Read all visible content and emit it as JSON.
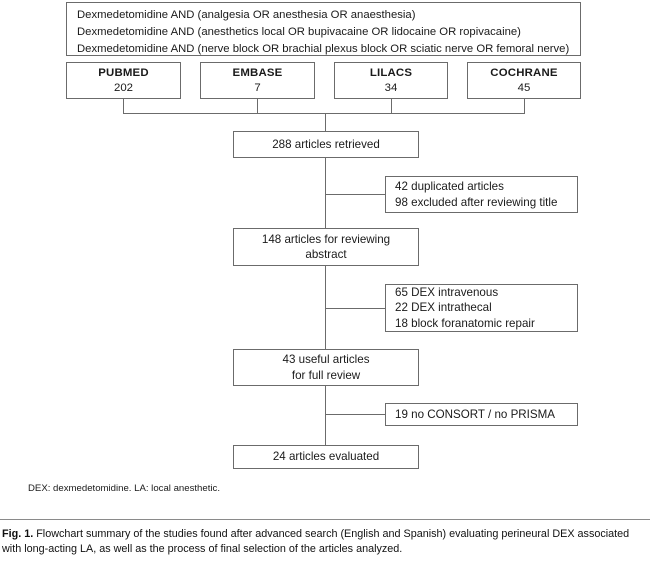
{
  "figure": {
    "query_box": {
      "lines": [
        "Dexmedetomidine AND (analgesia OR anesthesia OR anaesthesia)",
        "Dexmedetomidine AND (anesthetics local OR bupivacaine OR lidocaine OR ropivacaine)",
        "Dexmedetomidine AND (nerve block OR brachial plexus block OR sciatic nerve OR femoral nerve)"
      ]
    },
    "databases": [
      {
        "name": "PUBMED",
        "count": "202"
      },
      {
        "name": "EMBASE",
        "count": "7"
      },
      {
        "name": "LILACS",
        "count": "34"
      },
      {
        "name": "COCHRANE",
        "count": "45"
      }
    ],
    "stages": [
      {
        "id": "retrieved",
        "lines": [
          "288 articles retrieved"
        ]
      },
      {
        "id": "abstract",
        "lines": [
          "148 articles for reviewing",
          "abstract"
        ]
      },
      {
        "id": "useful",
        "lines": [
          "43 useful articles",
          "for full review"
        ]
      },
      {
        "id": "evaluated",
        "lines": [
          "24 articles evaluated"
        ]
      }
    ],
    "exclusions": [
      {
        "id": "excl-1",
        "lines": [
          "42 duplicated articles",
          "98 excluded after reviewing title"
        ]
      },
      {
        "id": "excl-2",
        "lines": [
          "65 DEX intravenous",
          "22 DEX intrathecal",
          "18 block foranatomic repair"
        ]
      },
      {
        "id": "excl-3",
        "lines": [
          "19 no CONSORT / no PRISMA"
        ]
      }
    ],
    "footnote": "DEX: dexmedetomidine. LA: local anesthetic.",
    "caption": {
      "label": "Fig. 1.",
      "text": "Flowchart summary of the studies found after advanced search (English and Spanish) evaluating perineural DEX associated with long-acting LA, as well as the process of final selection of the articles analyzed."
    },
    "colors": {
      "border": "#6b6b6b",
      "text": "#1a1a1a",
      "background": "#ffffff"
    }
  },
  "chart_data": {
    "type": "diagram",
    "title": "PRISMA-style study selection flowchart",
    "nodes": [
      {
        "id": "query",
        "label": "Search strings (3 Boolean queries)",
        "value": null
      },
      {
        "id": "pubmed",
        "label": "PUBMED",
        "value": 202
      },
      {
        "id": "embase",
        "label": "EMBASE",
        "value": 7
      },
      {
        "id": "lilacs",
        "label": "LILACS",
        "value": 34
      },
      {
        "id": "cochrane",
        "label": "COCHRANE",
        "value": 45
      },
      {
        "id": "retrieved",
        "label": "articles retrieved",
        "value": 288
      },
      {
        "id": "excl1a",
        "label": "duplicated articles",
        "value": 42
      },
      {
        "id": "excl1b",
        "label": "excluded after reviewing title",
        "value": 98
      },
      {
        "id": "abstract",
        "label": "articles for reviewing abstract",
        "value": 148
      },
      {
        "id": "excl2a",
        "label": "DEX intravenous",
        "value": 65
      },
      {
        "id": "excl2b",
        "label": "DEX intrathecal",
        "value": 22
      },
      {
        "id": "excl2c",
        "label": "block foranatomic repair",
        "value": 18
      },
      {
        "id": "useful",
        "label": "useful articles for full review",
        "value": 43
      },
      {
        "id": "excl3",
        "label": "no CONSORT / no PRISMA",
        "value": 19
      },
      {
        "id": "evaluated",
        "label": "articles evaluated",
        "value": 24
      }
    ],
    "edges": [
      {
        "from": "pubmed",
        "to": "retrieved"
      },
      {
        "from": "embase",
        "to": "retrieved"
      },
      {
        "from": "lilacs",
        "to": "retrieved"
      },
      {
        "from": "cochrane",
        "to": "retrieved"
      },
      {
        "from": "retrieved",
        "to": "excl1a"
      },
      {
        "from": "retrieved",
        "to": "abstract"
      },
      {
        "from": "abstract",
        "to": "excl2a"
      },
      {
        "from": "abstract",
        "to": "useful"
      },
      {
        "from": "useful",
        "to": "excl3"
      },
      {
        "from": "useful",
        "to": "evaluated"
      }
    ]
  }
}
